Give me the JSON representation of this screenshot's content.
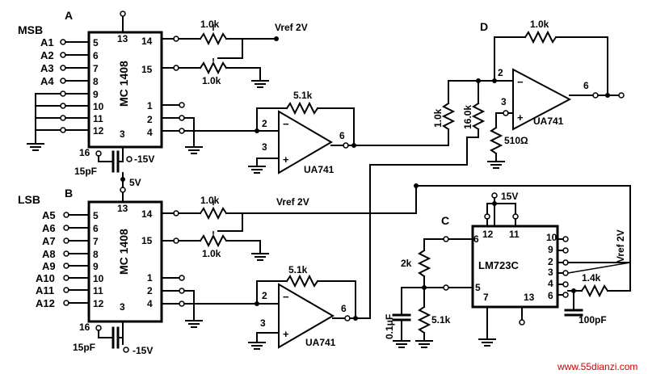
{
  "dac_a": {
    "section_label": "A",
    "bit_group": "MSB",
    "chip": "MC 1408",
    "inputs": [
      {
        "name": "A1",
        "pin": "5"
      },
      {
        "name": "A2",
        "pin": "6"
      },
      {
        "name": "A3",
        "pin": "7"
      },
      {
        "name": "A4",
        "pin": "8"
      }
    ],
    "grounded_pins": [
      "9",
      "10",
      "11",
      "12"
    ],
    "top_pin": "13",
    "pin_14": "14",
    "pin_15": "15",
    "pin_1": "1",
    "pin_2": "2",
    "pin_3": "3",
    "pin_4": "4",
    "pin_16": "16",
    "r_top": "1.0k",
    "r_bottom": "1.0k",
    "vref": "Vref 2V",
    "cap": "15pF",
    "supply": "-15V"
  },
  "dac_b": {
    "section_label": "B",
    "bit_group": "LSB",
    "chip": "MC 1408",
    "inputs": [
      {
        "name": "A5",
        "pin": "5"
      },
      {
        "name": "A6",
        "pin": "6"
      },
      {
        "name": "A7",
        "pin": "7"
      },
      {
        "name": "A8",
        "pin": "8"
      },
      {
        "name": "A9",
        "pin": "9"
      },
      {
        "name": "A10",
        "pin": "10"
      },
      {
        "name": "A11",
        "pin": "11"
      },
      {
        "name": "A12",
        "pin": "12"
      }
    ],
    "top_pin": "13",
    "pin_14": "14",
    "pin_15": "15",
    "pin_1": "1",
    "pin_2": "2",
    "pin_3": "3",
    "pin_4": "4",
    "pin_16": "16",
    "r_top": "1.0k",
    "r_bottom": "1.0k",
    "vref": "Vref 2V",
    "cap": "15pF",
    "supply": "-15V",
    "pos_supply": "5V"
  },
  "opamp_a": {
    "name": "UA741",
    "feedback": "5.1k",
    "pin_in_inv": "2",
    "pin_in_noninv": "3",
    "pin_out": "6"
  },
  "opamp_b": {
    "name": "UA741",
    "feedback": "5.1k",
    "pin_in_inv": "2",
    "pin_in_noninv": "3",
    "pin_out": "6"
  },
  "summer": {
    "section_label": "D",
    "name": "UA741",
    "feedback": "1.0k",
    "r_in_a": "1.0k",
    "r_in_b": "16.0k",
    "r_noninv": "510Ω",
    "pin_in_inv": "2",
    "pin_in_noninv": "3",
    "pin_out": "6"
  },
  "regulator": {
    "section_label": "C",
    "chip": "LM723C",
    "supply": "15V",
    "pins_top": [
      "12",
      "11"
    ],
    "pin_6": "6",
    "pin_5": "5",
    "pin_7": "7",
    "pin_13": "13",
    "pins_right": [
      "10",
      "9",
      "2",
      "3",
      "4"
    ],
    "pin_right_low": "6",
    "r_divider_top": "2k",
    "r_divider_bottom": "5.1k",
    "cap": "0.1μF",
    "r_out": "1.4k",
    "cap_out": "100pF",
    "vref": "Vref 2V"
  },
  "watermark": "www.55dianzi.com"
}
